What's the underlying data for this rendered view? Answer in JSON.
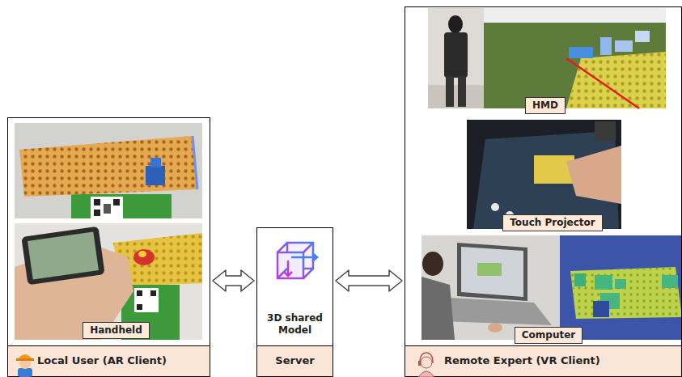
{
  "diagram": {
    "nodes": [
      {
        "text": [
          "Local User (AR Client)"
        ]
      },
      {
        "text": [
          "Handheld"
        ],
        "in": 0
      },
      {
        "text": [
          "3D shared Model",
          "Server"
        ]
      },
      {
        "text": [
          "Remote Expert (VR Client)"
        ]
      },
      {
        "text": [
          "HMD"
        ],
        "in": 3
      },
      {
        "text": [
          "Touch Projector"
        ],
        "in": 3
      },
      {
        "text": [
          "Computer"
        ],
        "in": 3
      }
    ],
    "edges": [
      {
        "from": 0,
        "to": 2,
        "arrow": "both"
      },
      {
        "from": 2,
        "to": 3,
        "arrow": "both"
      }
    ]
  }
}
